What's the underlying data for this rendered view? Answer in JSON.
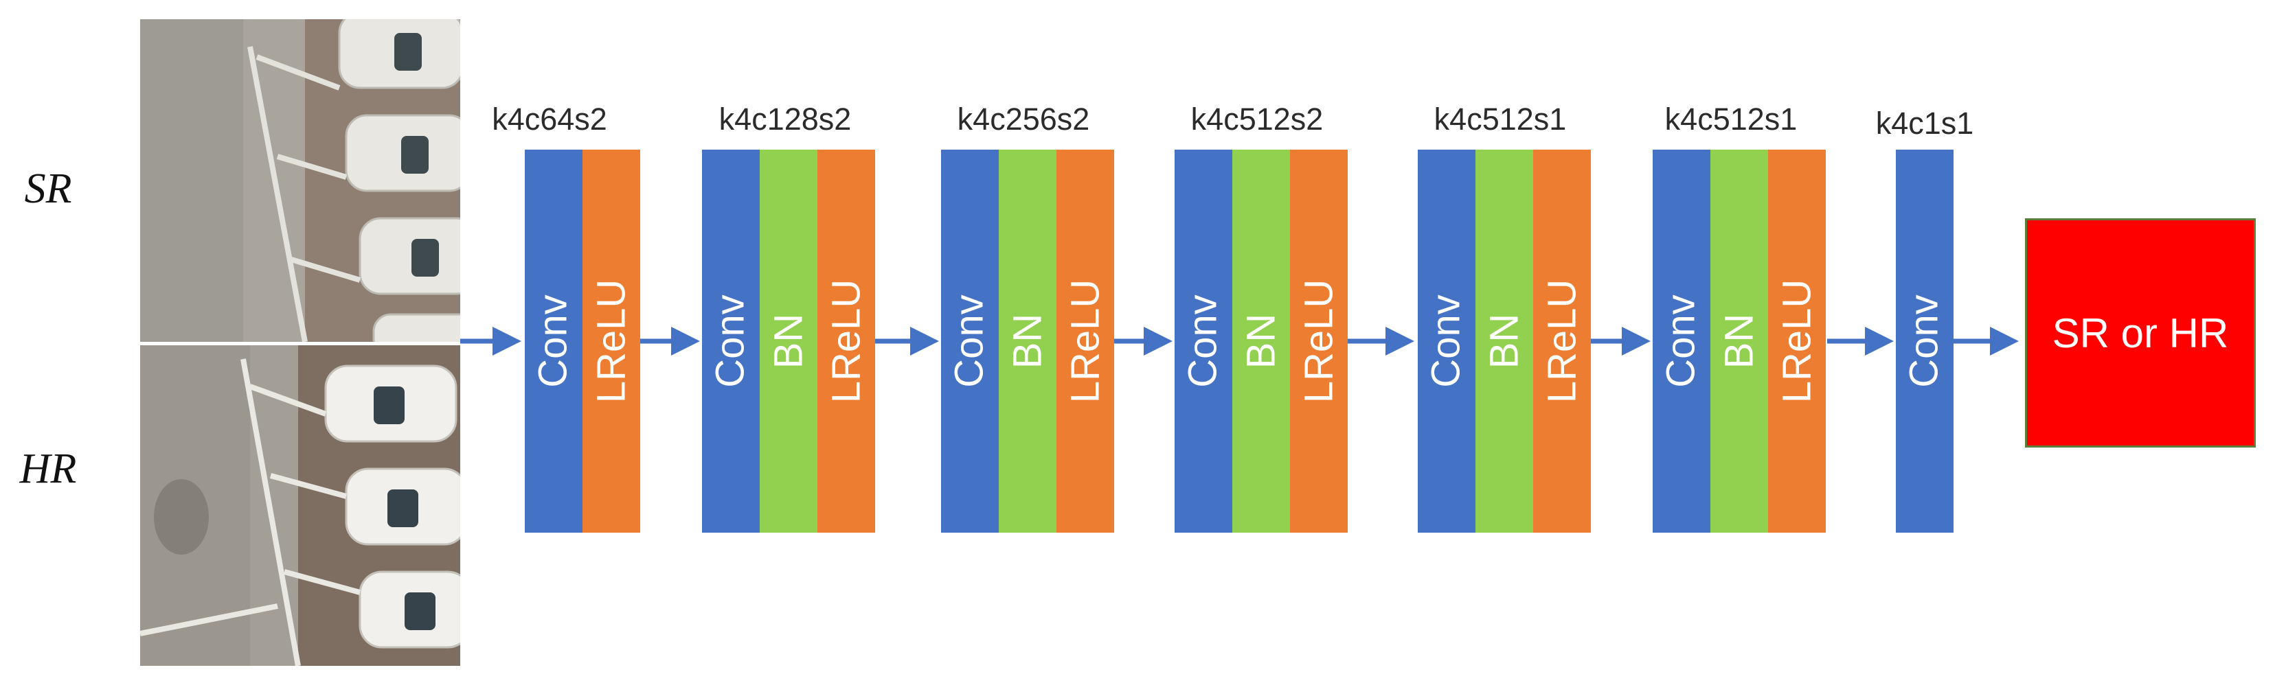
{
  "inputs": {
    "sr_label": "SR",
    "hr_label": "HR"
  },
  "layers": [
    {
      "spec": "k4c64s2",
      "blocks": [
        "Conv",
        "LReLU"
      ]
    },
    {
      "spec": "k4c128s2",
      "blocks": [
        "Conv",
        "BN",
        "LReLU"
      ]
    },
    {
      "spec": "k4c256s2",
      "blocks": [
        "Conv",
        "BN",
        "LReLU"
      ]
    },
    {
      "spec": "k4c512s2",
      "blocks": [
        "Conv",
        "BN",
        "LReLU"
      ]
    },
    {
      "spec": "k4c512s1",
      "blocks": [
        "Conv",
        "BN",
        "LReLU"
      ]
    },
    {
      "spec": "k4c512s1",
      "blocks": [
        "Conv",
        "BN",
        "LReLU"
      ]
    },
    {
      "spec": "k4c1s1",
      "blocks": [
        "Conv"
      ]
    }
  ],
  "output": {
    "label": "SR or HR"
  },
  "colors": {
    "conv": "#4472c4",
    "bn": "#92d050",
    "lrelu": "#ed7d31",
    "output": "#ff0000",
    "arrow": "#4472c4"
  }
}
